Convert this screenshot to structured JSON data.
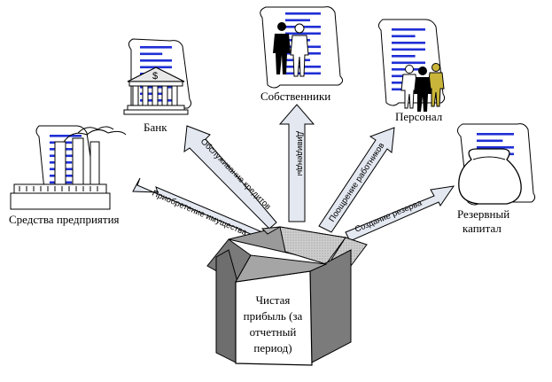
{
  "center": {
    "lines": [
      "Чистая",
      "прибыль (за",
      "отчетный",
      "период)"
    ]
  },
  "nodes": {
    "enterprise": "Средства предприятия",
    "bank": "Банк",
    "owners": "Собственники",
    "personnel": "Персонал",
    "reserve_line1": "Резервный",
    "reserve_line2": "капитал"
  },
  "arrows": {
    "enterprise": "Приобретение имущества",
    "bank": "Обслуживание кредитов",
    "owners": "Дивиденды",
    "personnel": "Поощрение работников",
    "reserve": "Создание резерва"
  },
  "colors": {
    "doc_lines": "#1f2fd6",
    "arrow_fill": "#e3e8f1",
    "box_dark": "#8a8a8a",
    "box_mid": "#b4b4b4",
    "box_light": "#d2d2d2"
  }
}
